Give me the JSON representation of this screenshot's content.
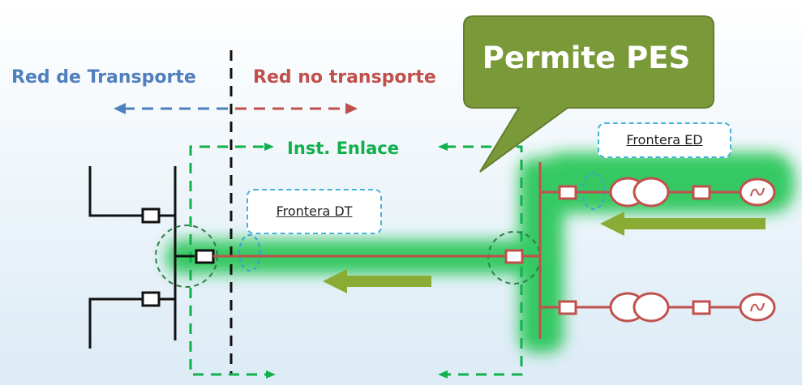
{
  "labels": {
    "red_transporte": "Red de Transporte",
    "red_no_transporte": "Red no transporte",
    "inst_enlace": "Inst. Enlace",
    "callout": "Permite PES",
    "frontera_dt": "Frontera DT",
    "frontera_ed": "Frontera ED"
  },
  "colors": {
    "transport_blue": "#4f7fbd",
    "no_transport_red": "#c0504d",
    "enlace_green": "#10b04c",
    "callout_olive": "#7a9a3a",
    "frontera_border": "#45b3d9",
    "flow_arrow": "#8aab34"
  },
  "icons": [
    "breaker-icon",
    "transformer-icon",
    "generator-icon",
    "flow-arrow-icon"
  ]
}
